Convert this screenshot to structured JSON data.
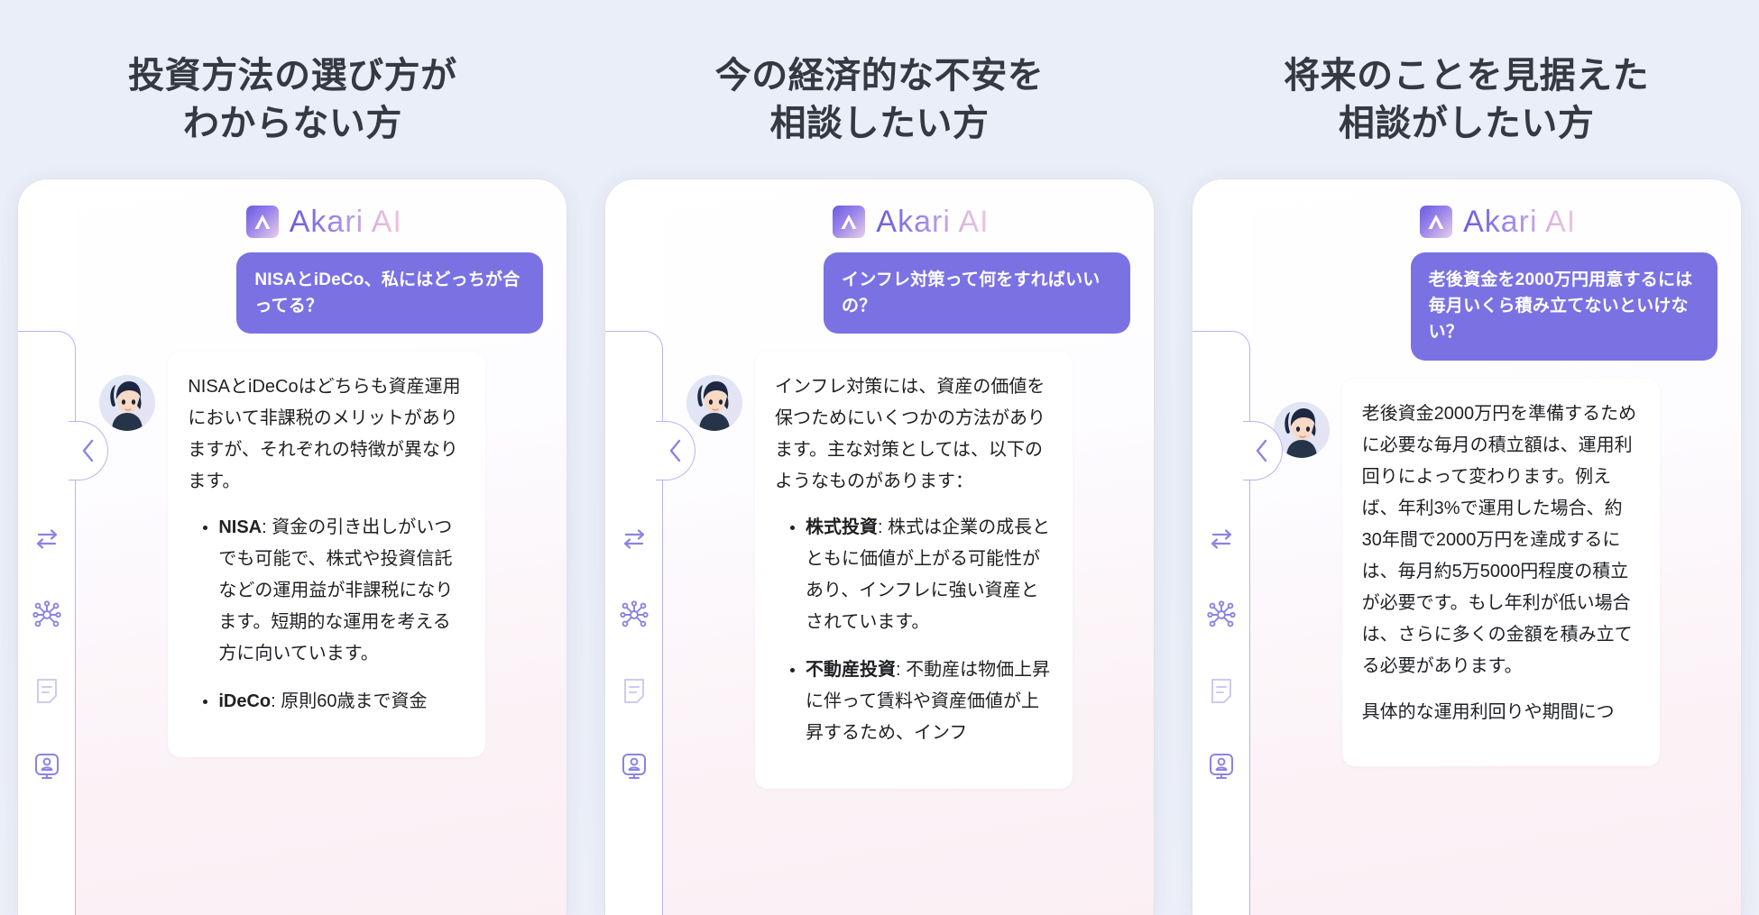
{
  "theme": {
    "page_bg": "#e9edf7",
    "accent_purple": "#7a72e3",
    "rail_border": "#b9b4ee",
    "heading_color": "#343a42"
  },
  "brand": {
    "name": "Akari AI",
    "mark_icon": "akari-logo-icon"
  },
  "rail": {
    "collapse_icon": "chevron-left-icon",
    "items": [
      {
        "icon": "exchange-arrows-icon"
      },
      {
        "icon": "network-nodes-icon"
      },
      {
        "icon": "document-note-icon"
      },
      {
        "icon": "user-profile-icon"
      }
    ]
  },
  "columns": [
    {
      "heading": "投資方法の選び方が\nわからない方",
      "user_message": "NISAとiDeCo、私にはどっちが合ってる？",
      "ai_paragraph": "NISAとiDeCoはどちらも資産運用において非課税のメリットがありますが、それぞれの特徴が異なります。",
      "ai_bullets": [
        {
          "label": "NISA",
          "text": ": 資金の引き出しがいつでも可能で、株式や投資信託などの運用益が非課税になります。短期的な運用を考える方に向いています。"
        },
        {
          "label": "iDeCo",
          "text": ": 原則60歳まで資金"
        }
      ]
    },
    {
      "heading": "今の経済的な不安を\n相談したい方",
      "user_message": "インフレ対策って何をすればいいの？",
      "ai_paragraph": "インフレ対策には、資産の価値を保つためにいくつかの方法があります。主な対策としては、以下のようなものがあります：",
      "ai_bullets": [
        {
          "label": "株式投資",
          "text": ": 株式は企業の成長とともに価値が上がる可能性があり、インフレに強い資産とされています。"
        },
        {
          "label": "不動産投資",
          "text": ": 不動産は物価上昇に伴って賃料や資産価値が上昇するため、インフ"
        }
      ]
    },
    {
      "heading": "将来のことを見据えた\n相談がしたい方",
      "user_message": "老後資金を2000万円用意するには毎月いくら積み立てないといけない？",
      "ai_paragraph": "老後資金2000万円を準備するために必要な毎月の積立額は、運用利回りによって変わります。例えば、年利3%で運用した場合、約30年間で2000万円を達成するには、毎月約5万5000円程度の積立が必要です。もし年利が低い場合は、さらに多くの金額を積み立てる必要があります。",
      "ai_paragraph2": "具体的な運用利回りや期間につ",
      "ai_bullets": []
    }
  ]
}
